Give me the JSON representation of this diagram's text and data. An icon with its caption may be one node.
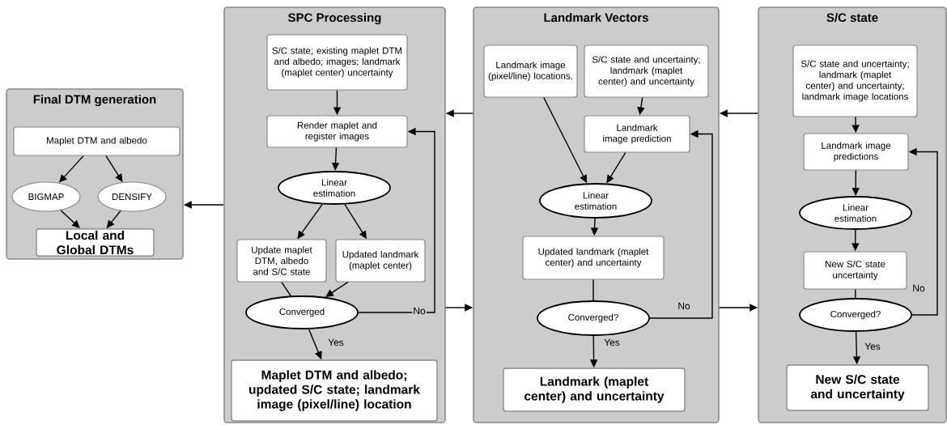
{
  "diagram": {
    "nodes": [
      {
        "text": [
          "Final DTM generation"
        ]
      },
      {
        "text": [
          "Maplet DTM and albedo"
        ],
        "in": 0
      },
      {
        "text": [
          "BIGMAP"
        ],
        "in": 0
      },
      {
        "text": [
          "DENSIFY"
        ],
        "in": 0
      },
      {
        "text": [
          "Local and Global DTMs"
        ],
        "in": 0
      },
      {
        "text": [
          "SPC Processing"
        ]
      },
      {
        "text": [
          "S/C state; existing maplet DTM and albedo; images; landmark (maplet center) uncertainty"
        ],
        "in": 5
      },
      {
        "text": [
          "Render maplet and register images"
        ],
        "in": 5
      },
      {
        "text": [
          "Linear estimation"
        ],
        "in": 5
      },
      {
        "text": [
          "Update maplet DTM, albedo and S/C state"
        ],
        "in": 5
      },
      {
        "text": [
          "Updated landmark (maplet center)"
        ],
        "in": 5
      },
      {
        "text": [
          "Converged"
        ],
        "in": 5
      },
      {
        "text": [
          "Maplet DTM and albedo; updated S/C state; landmark image (pixel/line) location"
        ],
        "in": 5
      },
      {
        "text": [
          "Landmark Vectors"
        ]
      },
      {
        "text": [
          "Landmark image (pixel/line) locations."
        ],
        "in": 13
      },
      {
        "text": [
          "S/C state and uncertainty; landmark (maplet center) and uncertainty"
        ],
        "in": 13
      },
      {
        "text": [
          "Landmark image prediction"
        ],
        "in": 13
      },
      {
        "text": [
          "Linear estimation"
        ],
        "in": 13
      },
      {
        "text": [
          "Updated landmark (maplet center) and uncertainty"
        ],
        "in": 13
      },
      {
        "text": [
          "Converged?"
        ],
        "in": 13
      },
      {
        "text": [
          "Landmark (maplet center) and uncertainty"
        ],
        "in": 13
      },
      {
        "text": [
          "S/C state"
        ]
      },
      {
        "text": [
          "S/C state and uncertainty; landmark (maplet center) and uncertainty; landmark image locations"
        ],
        "in": 21
      },
      {
        "text": [
          "Landmark image predictions"
        ],
        "in": 21
      },
      {
        "text": [
          "Linear estimation"
        ],
        "in": 21
      },
      {
        "text": [
          "New S/C state uncertainty"
        ],
        "in": 21
      },
      {
        "text": [
          "Converged?"
        ],
        "in": 21
      },
      {
        "text": [
          "New S/C state and uncertainty"
        ],
        "in": 21
      }
    ],
    "edges": [
      {
        "from": 1,
        "to": 2,
        "arrow": "to"
      },
      {
        "from": 1,
        "to": 3,
        "arrow": "to"
      },
      {
        "from": 2,
        "to": 4,
        "arrow": "to"
      },
      {
        "from": 3,
        "to": 4,
        "arrow": "to"
      },
      {
        "from": 6,
        "to": 7,
        "arrow": "to"
      },
      {
        "from": 7,
        "to": 8,
        "arrow": "to"
      },
      {
        "from": 8,
        "to": 9,
        "arrow": "to"
      },
      {
        "from": 8,
        "to": 10,
        "arrow": "to"
      },
      {
        "from": 9,
        "to": 11,
        "arrow": "none"
      },
      {
        "from": 10,
        "to": 11,
        "arrow": "to"
      },
      {
        "from": 11,
        "to": 7,
        "arrow": "to",
        "label": "No"
      },
      {
        "from": 11,
        "to": 12,
        "arrow": "to",
        "label": "Yes"
      },
      {
        "from": 14,
        "to": 17,
        "arrow": "to"
      },
      {
        "from": 15,
        "to": 16,
        "arrow": "to"
      },
      {
        "from": 16,
        "to": 17,
        "arrow": "to"
      },
      {
        "from": 17,
        "to": 18,
        "arrow": "to"
      },
      {
        "from": 18,
        "to": 19,
        "arrow": "none"
      },
      {
        "from": 19,
        "to": 16,
        "arrow": "to",
        "label": "No"
      },
      {
        "from": 19,
        "to": 20,
        "arrow": "to",
        "label": "Yes"
      },
      {
        "from": 22,
        "to": 23,
        "arrow": "to"
      },
      {
        "from": 23,
        "to": 24,
        "arrow": "to"
      },
      {
        "from": 24,
        "to": 25,
        "arrow": "to"
      },
      {
        "from": 25,
        "to": 26,
        "arrow": "none"
      },
      {
        "from": 26,
        "to": 23,
        "arrow": "to",
        "label": "No"
      },
      {
        "from": 26,
        "to": 27,
        "arrow": "to",
        "label": "Yes"
      },
      {
        "from": 5,
        "to": 0,
        "arrow": "to"
      },
      {
        "from": 13,
        "to": 5,
        "arrow": "to"
      },
      {
        "from": 5,
        "to": 13,
        "arrow": "to"
      },
      {
        "from": 21,
        "to": 13,
        "arrow": "to"
      },
      {
        "from": 13,
        "to": 21,
        "arrow": "to"
      }
    ]
  }
}
